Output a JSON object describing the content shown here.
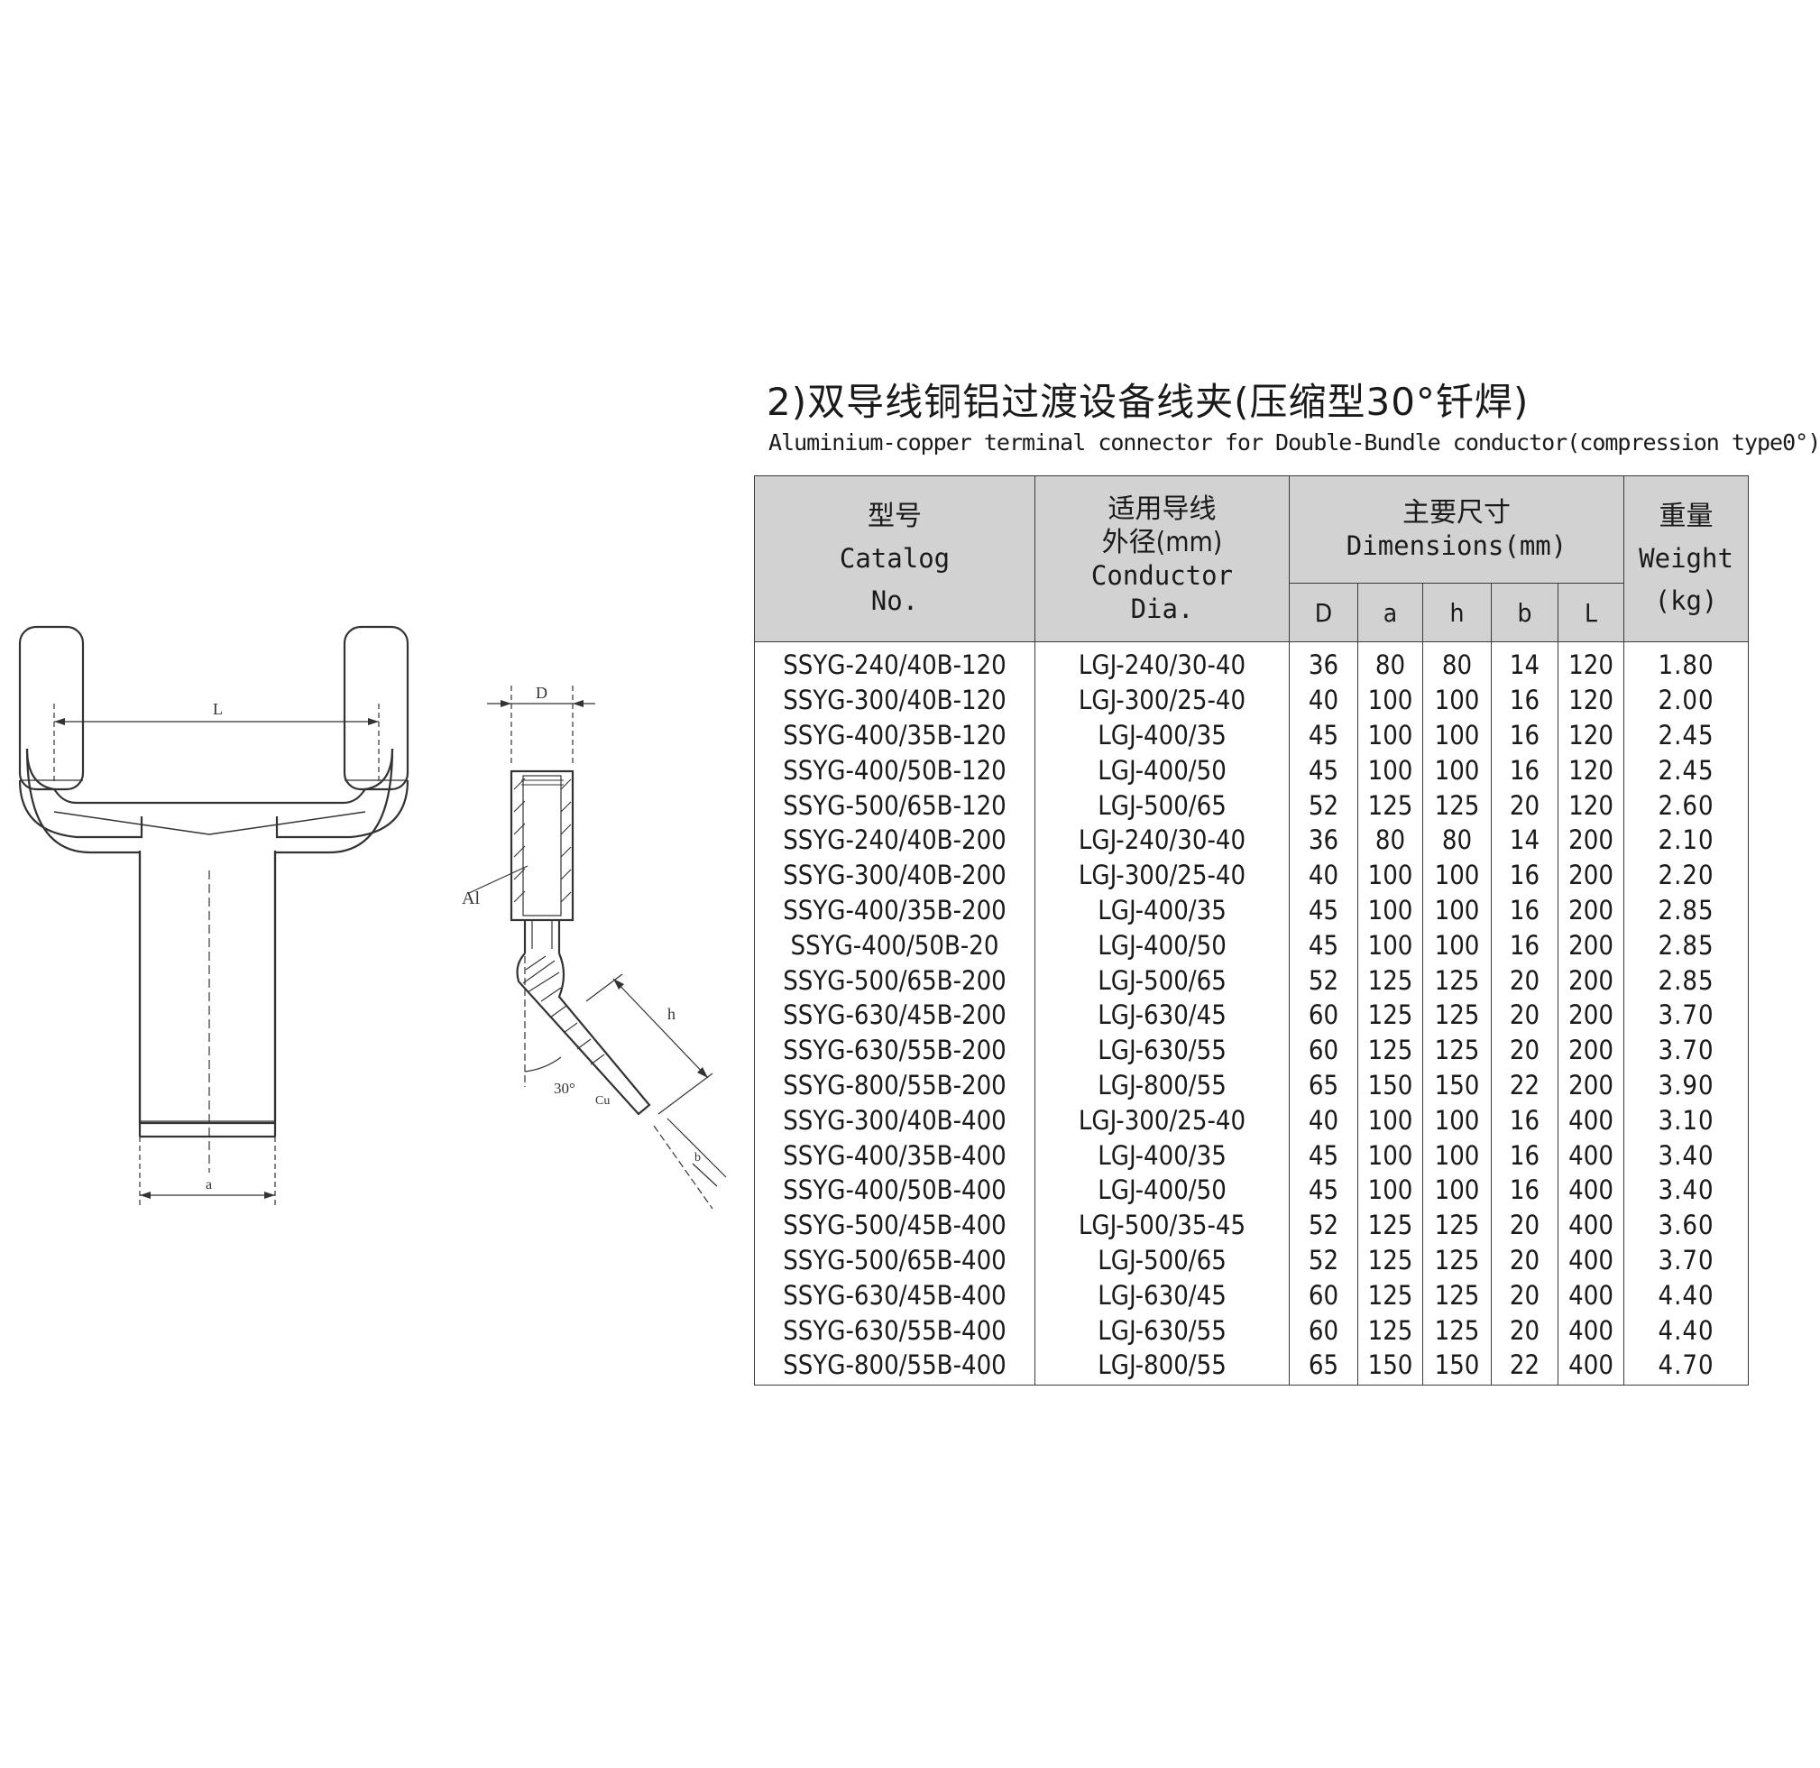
{
  "title_cn": "2)双导线铜铝过渡设备线夹(压缩型30°钎焊)",
  "title_en": "Aluminium-copper terminal connector for Double-Bundle conductor(compression type0°)",
  "drawing": {
    "label_L": "L",
    "label_a": "a",
    "label_D": "D",
    "label_Al": "Al",
    "label_h": "h",
    "label_b": "b",
    "label_angle": "30°",
    "label_Cu": "Cu"
  },
  "table": {
    "header": {
      "catalog_cn": "型号",
      "catalog_en_1": "Catalog",
      "catalog_en_2": "No.",
      "conductor_cn_1": "适用导线",
      "conductor_cn_2": "外径(mm)",
      "conductor_en_1": "Conductor",
      "conductor_en_2": "Dia.",
      "dims_cn": "主要尺寸",
      "dims_en": "Dimensions(mm)",
      "weight_cn": "重量",
      "weight_en_1": "Weight",
      "weight_en_2": "(kg)",
      "col_D": "D",
      "col_a": "a",
      "col_h": "h",
      "col_b": "b",
      "col_L": "L"
    },
    "rows": [
      [
        "SSYG-240/40B-120",
        "LGJ-240/30-40",
        "36",
        "80",
        "80",
        "14",
        "120",
        "1.80"
      ],
      [
        "SSYG-300/40B-120",
        "LGJ-300/25-40",
        "40",
        "100",
        "100",
        "16",
        "120",
        "2.00"
      ],
      [
        "SSYG-400/35B-120",
        "LGJ-400/35",
        "45",
        "100",
        "100",
        "16",
        "120",
        "2.45"
      ],
      [
        "SSYG-400/50B-120",
        "LGJ-400/50",
        "45",
        "100",
        "100",
        "16",
        "120",
        "2.45"
      ],
      [
        "SSYG-500/65B-120",
        "LGJ-500/65",
        "52",
        "125",
        "125",
        "20",
        "120",
        "2.60"
      ],
      [
        "SSYG-240/40B-200",
        "LGJ-240/30-40",
        "36",
        "80",
        "80",
        "14",
        "200",
        "2.10"
      ],
      [
        "SSYG-300/40B-200",
        "LGJ-300/25-40",
        "40",
        "100",
        "100",
        "16",
        "200",
        "2.20"
      ],
      [
        "SSYG-400/35B-200",
        "LGJ-400/35",
        "45",
        "100",
        "100",
        "16",
        "200",
        "2.85"
      ],
      [
        "SSYG-400/50B-20",
        "LGJ-400/50",
        "45",
        "100",
        "100",
        "16",
        "200",
        "2.85"
      ],
      [
        "SSYG-500/65B-200",
        "LGJ-500/65",
        "52",
        "125",
        "125",
        "20",
        "200",
        "2.85"
      ],
      [
        "SSYG-630/45B-200",
        "LGJ-630/45",
        "60",
        "125",
        "125",
        "20",
        "200",
        "3.70"
      ],
      [
        "SSYG-630/55B-200",
        "LGJ-630/55",
        "60",
        "125",
        "125",
        "20",
        "200",
        "3.70"
      ],
      [
        "SSYG-800/55B-200",
        "LGJ-800/55",
        "65",
        "150",
        "150",
        "22",
        "200",
        "3.90"
      ],
      [
        "SSYG-300/40B-400",
        "LGJ-300/25-40",
        "40",
        "100",
        "100",
        "16",
        "400",
        "3.10"
      ],
      [
        "SSYG-400/35B-400",
        "LGJ-400/35",
        "45",
        "100",
        "100",
        "16",
        "400",
        "3.40"
      ],
      [
        "SSYG-400/50B-400",
        "LGJ-400/50",
        "45",
        "100",
        "100",
        "16",
        "400",
        "3.40"
      ],
      [
        "SSYG-500/45B-400",
        "LGJ-500/35-45",
        "52",
        "125",
        "125",
        "20",
        "400",
        "3.60"
      ],
      [
        "SSYG-500/65B-400",
        "LGJ-500/65",
        "52",
        "125",
        "125",
        "20",
        "400",
        "3.70"
      ],
      [
        "SSYG-630/45B-400",
        "LGJ-630/45",
        "60",
        "125",
        "125",
        "20",
        "400",
        "4.40"
      ],
      [
        "SSYG-630/55B-400",
        "LGJ-630/55",
        "60",
        "125",
        "125",
        "20",
        "400",
        "4.40"
      ],
      [
        "SSYG-800/55B-400",
        "LGJ-800/55",
        "65",
        "150",
        "150",
        "22",
        "400",
        "4.70"
      ]
    ]
  }
}
